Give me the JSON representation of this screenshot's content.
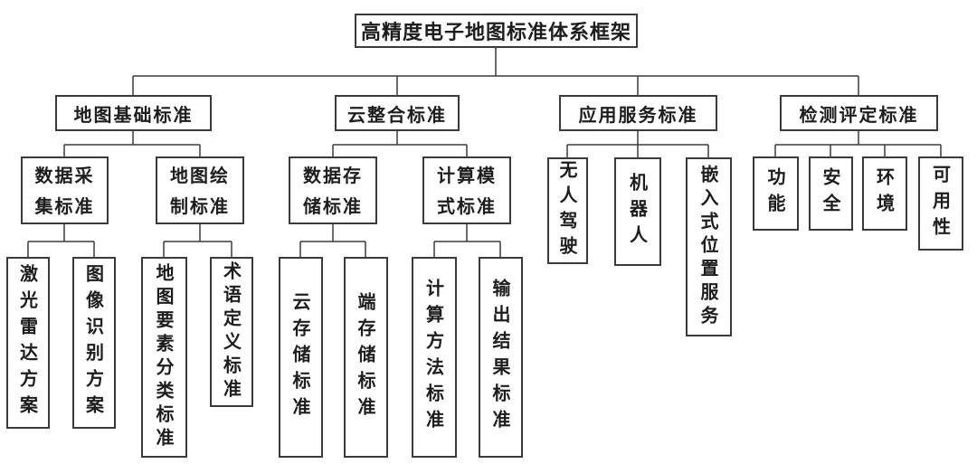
{
  "diagram": {
    "title": "高精度电子地图标准体系框架",
    "root": {
      "label": "高精度电子地图标准体系框架"
    },
    "branches": [
      {
        "label": "地图基础标准",
        "children": [
          {
            "label": "数据采集标准",
            "children": [
              {
                "label": "激光雷达方案"
              },
              {
                "label": "图像识别方案"
              }
            ]
          },
          {
            "label": "地图绘制标准",
            "children": [
              {
                "label": "地图要素分类标准"
              },
              {
                "label": "术语定义标准"
              }
            ]
          }
        ]
      },
      {
        "label": "云整合标准",
        "children": [
          {
            "label": "数据存储标准",
            "children": [
              {
                "label": "云存储标准"
              },
              {
                "label": "端存储标准"
              }
            ]
          },
          {
            "label": "计算模式标准",
            "children": [
              {
                "label": "计算方法标准"
              },
              {
                "label": "输出结果标准"
              }
            ]
          }
        ]
      },
      {
        "label": "应用服务标准",
        "children": [
          {
            "label": "无人驾驶"
          },
          {
            "label": "机器人"
          },
          {
            "label": "嵌入式位置服务"
          }
        ]
      },
      {
        "label": "检测评定标准",
        "children": [
          {
            "label": "功能"
          },
          {
            "label": "安全"
          },
          {
            "label": "环境"
          },
          {
            "label": "可用性"
          }
        ]
      }
    ],
    "colors": {
      "border": "#3b3b3b",
      "line": "#3b3b3b",
      "background": "#ffffff",
      "text": "#1d1d1d"
    }
  }
}
